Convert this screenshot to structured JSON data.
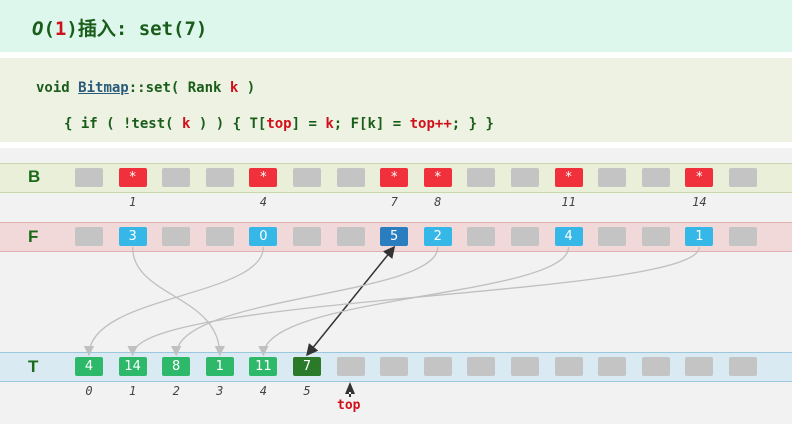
{
  "title": {
    "o": "O",
    "one": "1",
    "rest": "插入: set(7)",
    "open": "(",
    "close": ")"
  },
  "code": {
    "l1a": "void ",
    "cls": "Bitmap",
    "l1b": "::set( Rank ",
    "k": "k",
    "l1c": " )",
    "l2a": "{ if ( !test( ",
    "l2b": " ) ) { T[",
    "top": "top",
    "l2c": "] = ",
    "l2d": "; F[k] = ",
    "topinc": "top++",
    "l2e": "; } }"
  },
  "rows": {
    "B": "B",
    "F": "F",
    "T": "T"
  },
  "B": [
    "",
    "*",
    "",
    "",
    "*",
    "",
    "",
    "*",
    "*",
    "",
    "",
    "*",
    "",
    "",
    "*",
    ""
  ],
  "B_index": [
    "",
    "1",
    "",
    "",
    "4",
    "",
    "",
    "7",
    "8",
    "",
    "",
    "11",
    "",
    "",
    "14",
    ""
  ],
  "F": [
    "",
    "3",
    "",
    "",
    "0",
    "",
    "",
    "5",
    "2",
    "",
    "",
    "4",
    "",
    "",
    "1",
    ""
  ],
  "T": [
    "4",
    "14",
    "8",
    "1",
    "11",
    "7",
    "",
    "",
    "",
    "",
    "",
    "",
    "",
    "",
    "",
    ""
  ],
  "T_index": [
    "0",
    "1",
    "2",
    "3",
    "4",
    "5"
  ],
  "top_label": "top",
  "active_k": 7,
  "colors": {
    "bset": "#f0303a",
    "f": "#35b8e8",
    "factive": "#2a7ec0",
    "t": "#2eb86a",
    "tactive": "#2a7a2a"
  }
}
